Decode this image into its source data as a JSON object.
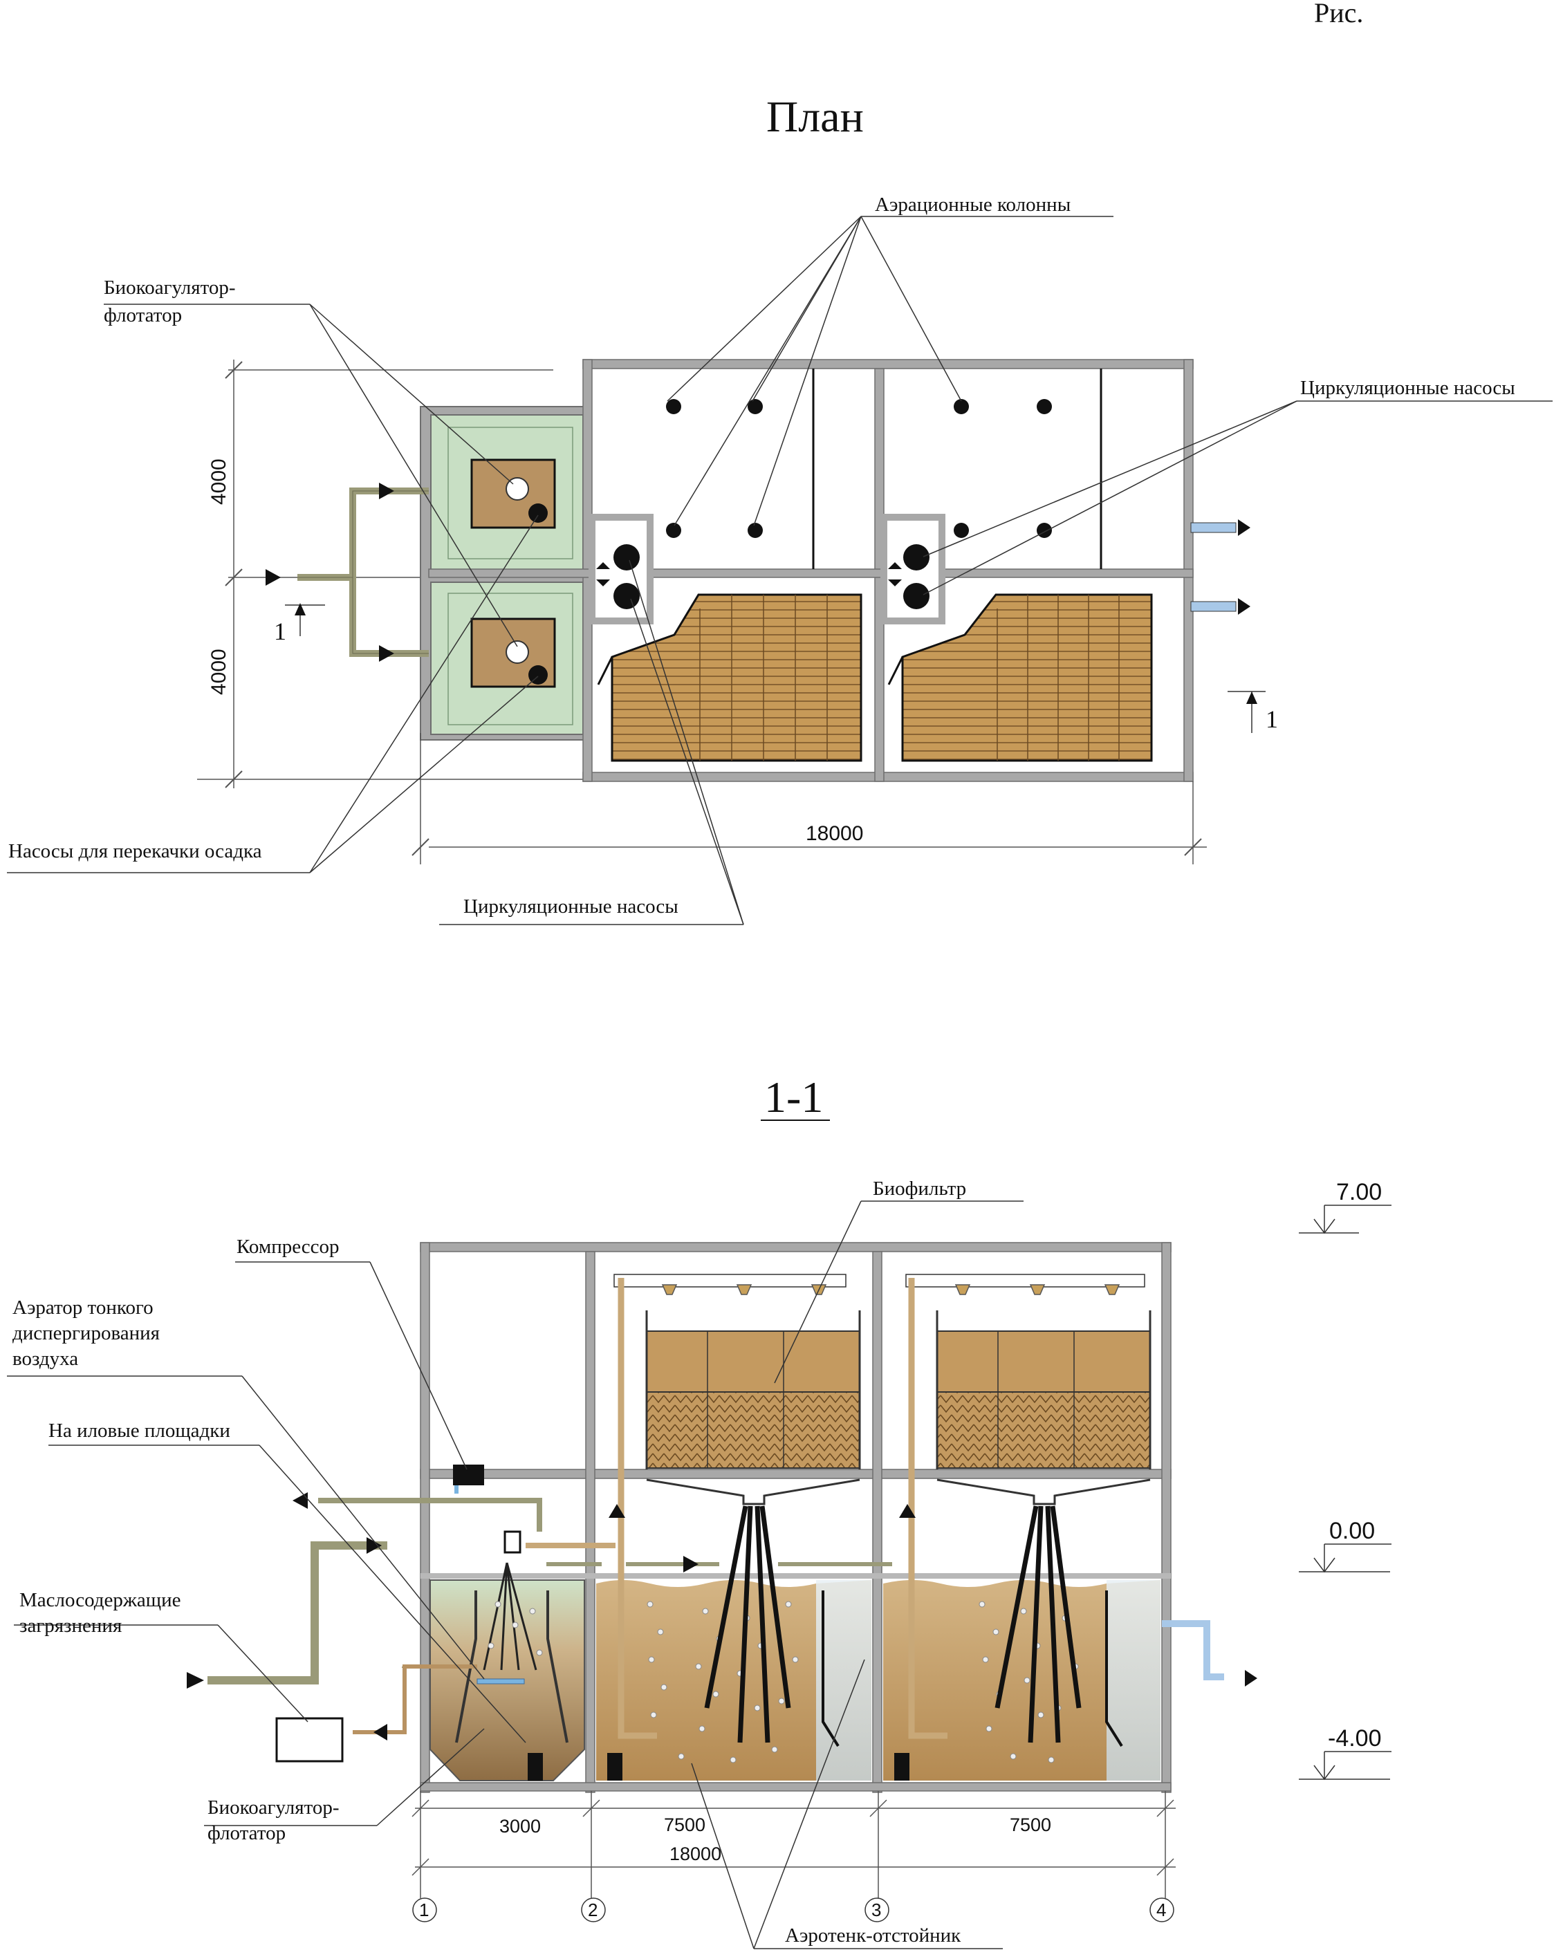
{
  "page": {
    "corner_label": "Рис."
  },
  "plan": {
    "title": "План",
    "labels": {
      "aeration_columns": "Аэрационные колонны",
      "biocoag_line1": "Биокоагулятор-",
      "biocoag_line2": "флотатор",
      "circ_pumps_right": "Циркуляционные насосы",
      "sludge_pumps": "Насосы для перекачки осадка",
      "circ_pumps_bottom": "Циркуляционные насосы"
    },
    "dims": {
      "h_top": "4000",
      "h_bottom": "4000",
      "length": "18000"
    },
    "section_mark": "1",
    "section_mark_right": "1"
  },
  "section": {
    "title": "1-1",
    "labels": {
      "biofilter": "Биофильтр",
      "compressor": "Компрессор",
      "aerator_l1": "Аэратор тонкого",
      "aerator_l2": "диспергирования",
      "aerator_l3": "воздуха",
      "sludge_beds": "На иловые площадки",
      "oily_l1": "Маслосодержащие",
      "oily_l2": "загрязнения",
      "biocoag_l1": "Биокоагулятор-",
      "biocoag_l2": "флотатор",
      "aerotank": "Аэротенк-отстойник"
    },
    "levels": {
      "top": "7.00",
      "zero": "0.00",
      "bottom": "-4.00"
    },
    "dims": {
      "d1": "3000",
      "d2": "7500",
      "d3": "7500",
      "total": "18000"
    },
    "axes": [
      "1",
      "2",
      "3",
      "4"
    ]
  },
  "colors": {
    "frame": "#a8a8a8",
    "frame_edge": "#6e6e6e",
    "flotator_green": "#c8dfc4",
    "sludge_tan": "#c8a878",
    "media_tan": "#b8915a",
    "pipe_olive": "#9a9a78",
    "pipe_light": "#a8c8e8",
    "water_blue": "#dce8f0"
  }
}
